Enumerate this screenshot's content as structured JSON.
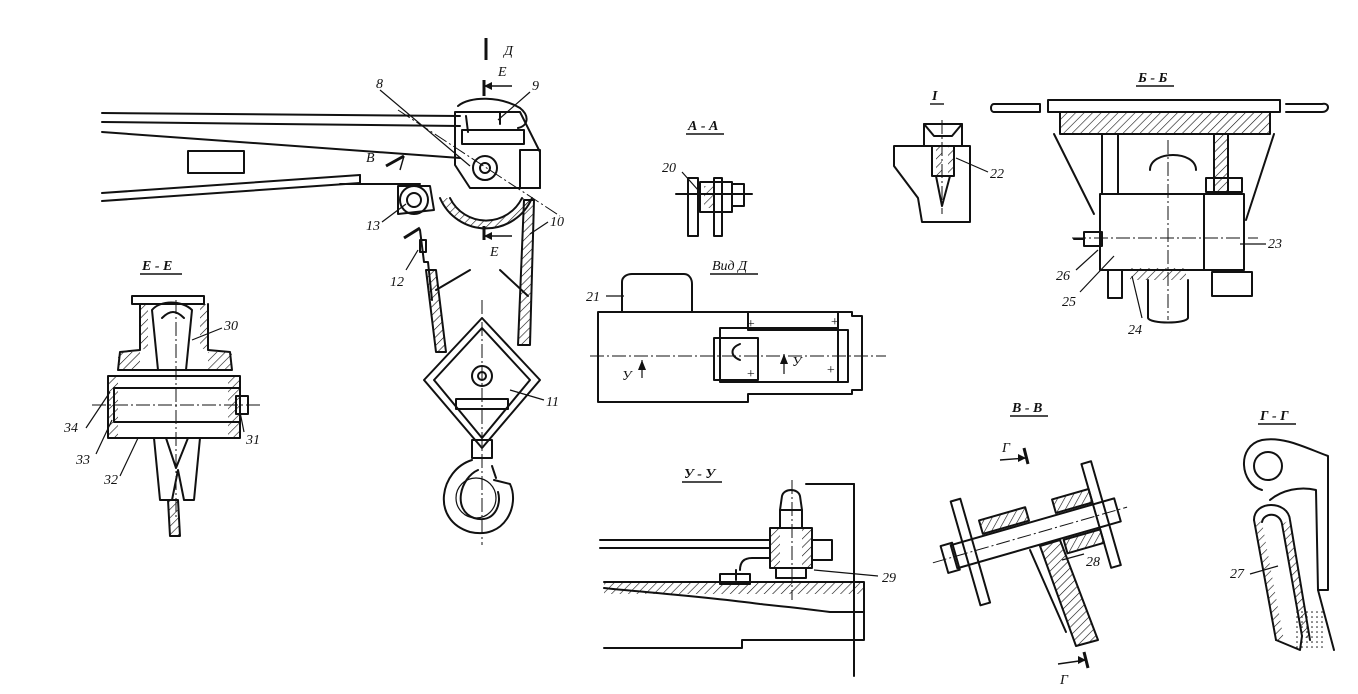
{
  "colors": {
    "ink": "#111111",
    "paper": "#ffffff"
  },
  "sections": {
    "aa": "А - А",
    "bb": "Б - Б",
    "vv": "В - В",
    "gg": "Г - Г",
    "ee": "Е - Е",
    "uu": "У - У",
    "vid_d": "Вид Д",
    "detail_i": "I"
  },
  "markers": {
    "d": "Д",
    "e": "Е",
    "v": "В",
    "g": "Г",
    "u": "У"
  },
  "callouts": {
    "c8": "8",
    "c9": "9",
    "c10": "10",
    "c11": "11",
    "c12": "12",
    "c13": "13",
    "c20": "20",
    "c21": "21",
    "c22": "22",
    "c23": "23",
    "c24": "24",
    "c25": "25",
    "c26": "26",
    "c27": "27",
    "c28": "28",
    "c29": "29",
    "c30": "30",
    "c31": "31",
    "c32": "32",
    "c33": "33",
    "c34": "34"
  }
}
